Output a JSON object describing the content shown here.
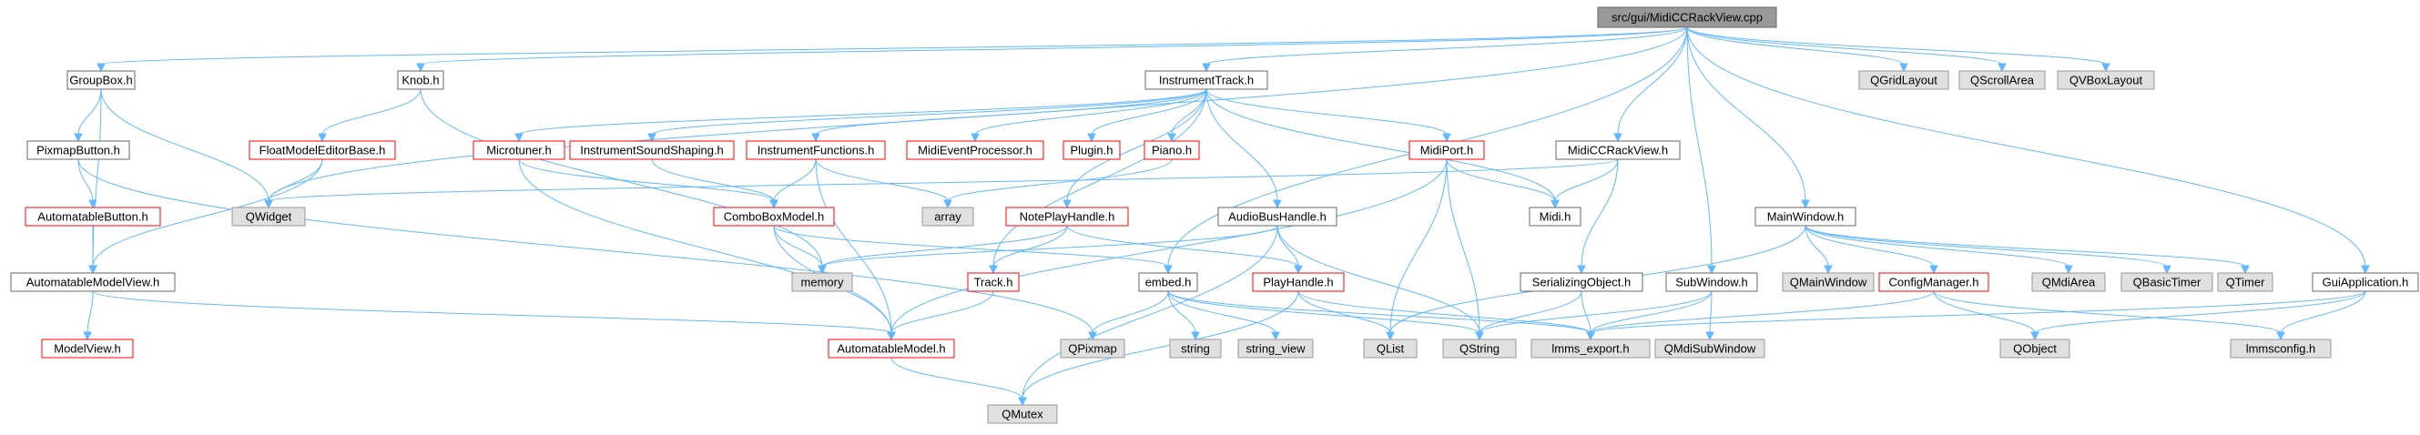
{
  "colors": {
    "edge": "#63b8ff",
    "root_fill": "#999999",
    "normal_fill": "#ffffff",
    "normal_border": "#666666",
    "red_border": "#ff0000",
    "system_fill": "#e0e0e0",
    "system_border": "#999999"
  },
  "nodes": [
    {
      "id": "root",
      "label": "src/gui/MidiCCRackView.cpp",
      "kind": "root"
    },
    {
      "id": "GroupBox",
      "label": "GroupBox.h",
      "kind": "normal"
    },
    {
      "id": "Knob",
      "label": "Knob.h",
      "kind": "normal"
    },
    {
      "id": "InstrumentTrack",
      "label": "InstrumentTrack.h",
      "kind": "normal"
    },
    {
      "id": "PixmapButton",
      "label": "PixmapButton.h",
      "kind": "normal"
    },
    {
      "id": "FloatModelEditorBase",
      "label": "FloatModelEditorBase.h",
      "kind": "red"
    },
    {
      "id": "Microtuner",
      "label": "Microtuner.h",
      "kind": "red"
    },
    {
      "id": "InstrumentSoundShaping",
      "label": "InstrumentSoundShaping.h",
      "kind": "red"
    },
    {
      "id": "InstrumentFunctions",
      "label": "InstrumentFunctions.h",
      "kind": "red"
    },
    {
      "id": "MidiEventProcessor",
      "label": "MidiEventProcessor.h",
      "kind": "red"
    },
    {
      "id": "Plugin",
      "label": "Plugin.h",
      "kind": "red"
    },
    {
      "id": "Piano",
      "label": "Piano.h",
      "kind": "red"
    },
    {
      "id": "MidiPort",
      "label": "MidiPort.h",
      "kind": "red"
    },
    {
      "id": "MidiCCRackViewH",
      "label": "MidiCCRackView.h",
      "kind": "normal"
    },
    {
      "id": "AutomatableButton",
      "label": "AutomatableButton.h",
      "kind": "red"
    },
    {
      "id": "QWidget",
      "label": "QWidget",
      "kind": "system"
    },
    {
      "id": "array",
      "label": "array",
      "kind": "system"
    },
    {
      "id": "NotePlayHandle",
      "label": "NotePlayHandle.h",
      "kind": "red"
    },
    {
      "id": "ComboBoxModel",
      "label": "ComboBoxModel.h",
      "kind": "red"
    },
    {
      "id": "AudioBusHandle",
      "label": "AudioBusHandle.h",
      "kind": "normal"
    },
    {
      "id": "Midi",
      "label": "Midi.h",
      "kind": "normal"
    },
    {
      "id": "AutomatableModelView",
      "label": "AutomatableModelView.h",
      "kind": "normal"
    },
    {
      "id": "memory",
      "label": "memory",
      "kind": "system"
    },
    {
      "id": "Track",
      "label": "Track.h",
      "kind": "red"
    },
    {
      "id": "embed",
      "label": "embed.h",
      "kind": "normal"
    },
    {
      "id": "PlayHandle",
      "label": "PlayHandle.h",
      "kind": "red"
    },
    {
      "id": "SerializingObject",
      "label": "SerializingObject.h",
      "kind": "normal"
    },
    {
      "id": "SubWindow",
      "label": "SubWindow.h",
      "kind": "normal"
    },
    {
      "id": "MainWindow",
      "label": "MainWindow.h",
      "kind": "normal"
    },
    {
      "id": "QMainWindow",
      "label": "QMainWindow",
      "kind": "system"
    },
    {
      "id": "ConfigManager",
      "label": "ConfigManager.h",
      "kind": "red"
    },
    {
      "id": "QMdiArea",
      "label": "QMdiArea",
      "kind": "system"
    },
    {
      "id": "QBasicTimer",
      "label": "QBasicTimer",
      "kind": "system"
    },
    {
      "id": "QTimer",
      "label": "QTimer",
      "kind": "system"
    },
    {
      "id": "GuiApplication",
      "label": "GuiApplication.h",
      "kind": "normal"
    },
    {
      "id": "QGridLayout",
      "label": "QGridLayout",
      "kind": "system"
    },
    {
      "id": "QScrollArea",
      "label": "QScrollArea",
      "kind": "system"
    },
    {
      "id": "QVBoxLayout",
      "label": "QVBoxLayout",
      "kind": "system"
    },
    {
      "id": "ModelView",
      "label": "ModelView.h",
      "kind": "red"
    },
    {
      "id": "AutomatableModel",
      "label": "AutomatableModel.h",
      "kind": "red"
    },
    {
      "id": "QPixmap",
      "label": "QPixmap",
      "kind": "system"
    },
    {
      "id": "string",
      "label": "string",
      "kind": "system"
    },
    {
      "id": "string_view",
      "label": "string_view",
      "kind": "system"
    },
    {
      "id": "QList",
      "label": "QList",
      "kind": "system"
    },
    {
      "id": "QString",
      "label": "QString",
      "kind": "system"
    },
    {
      "id": "lmms_export",
      "label": "lmms_export.h",
      "kind": "system"
    },
    {
      "id": "QMdiSubWindow",
      "label": "QMdiSubWindow",
      "kind": "system"
    },
    {
      "id": "QObject",
      "label": "QObject",
      "kind": "system"
    },
    {
      "id": "lmmsconfig",
      "label": "lmmsconfig.h",
      "kind": "system"
    },
    {
      "id": "QMutex",
      "label": "QMutex",
      "kind": "system"
    }
  ],
  "edges": [
    [
      "root",
      "GroupBox"
    ],
    [
      "root",
      "Knob"
    ],
    [
      "root",
      "InstrumentTrack"
    ],
    [
      "root",
      "QWidget"
    ],
    [
      "root",
      "MidiCCRackViewH"
    ],
    [
      "root",
      "embed"
    ],
    [
      "root",
      "SubWindow"
    ],
    [
      "root",
      "MainWindow"
    ],
    [
      "root",
      "GuiApplication"
    ],
    [
      "root",
      "QGridLayout"
    ],
    [
      "root",
      "QScrollArea"
    ],
    [
      "root",
      "QVBoxLayout"
    ],
    [
      "GroupBox",
      "PixmapButton"
    ],
    [
      "GroupBox",
      "QWidget"
    ],
    [
      "GroupBox",
      "AutomatableModelView"
    ],
    [
      "PixmapButton",
      "AutomatableButton"
    ],
    [
      "PixmapButton",
      "QPixmap"
    ],
    [
      "AutomatableButton",
      "AutomatableModelView"
    ],
    [
      "AutomatableModelView",
      "ModelView"
    ],
    [
      "AutomatableModelView",
      "AutomatableModel"
    ],
    [
      "Knob",
      "FloatModelEditorBase"
    ],
    [
      "Knob",
      "memory"
    ],
    [
      "FloatModelEditorBase",
      "QWidget"
    ],
    [
      "FloatModelEditorBase",
      "AutomatableModelView"
    ],
    [
      "InstrumentTrack",
      "Microtuner"
    ],
    [
      "InstrumentTrack",
      "InstrumentSoundShaping"
    ],
    [
      "InstrumentTrack",
      "InstrumentFunctions"
    ],
    [
      "InstrumentTrack",
      "MidiEventProcessor"
    ],
    [
      "InstrumentTrack",
      "Plugin"
    ],
    [
      "InstrumentTrack",
      "Piano"
    ],
    [
      "InstrumentTrack",
      "MidiPort"
    ],
    [
      "InstrumentTrack",
      "NotePlayHandle"
    ],
    [
      "InstrumentTrack",
      "AudioBusHandle"
    ],
    [
      "InstrumentTrack",
      "Midi"
    ],
    [
      "InstrumentTrack",
      "Track"
    ],
    [
      "Microtuner",
      "ComboBoxModel"
    ],
    [
      "Microtuner",
      "AutomatableModel"
    ],
    [
      "InstrumentSoundShaping",
      "ComboBoxModel"
    ],
    [
      "InstrumentFunctions",
      "ComboBoxModel"
    ],
    [
      "InstrumentFunctions",
      "array"
    ],
    [
      "InstrumentFunctions",
      "AutomatableModel"
    ],
    [
      "Piano",
      "array"
    ],
    [
      "MidiPort",
      "Midi"
    ],
    [
      "MidiPort",
      "QList"
    ],
    [
      "MidiPort",
      "QString"
    ],
    [
      "MidiPort",
      "AutomatableModel"
    ],
    [
      "MidiCCRackViewH",
      "QWidget"
    ],
    [
      "MidiCCRackViewH",
      "Midi"
    ],
    [
      "MidiCCRackViewH",
      "SerializingObject"
    ],
    [
      "NotePlayHandle",
      "memory"
    ],
    [
      "NotePlayHandle",
      "Track"
    ],
    [
      "NotePlayHandle",
      "PlayHandle"
    ],
    [
      "ComboBoxModel",
      "memory"
    ],
    [
      "ComboBoxModel",
      "AutomatableModel"
    ],
    [
      "ComboBoxModel",
      "embed"
    ],
    [
      "AudioBusHandle",
      "memory"
    ],
    [
      "AudioBusHandle",
      "PlayHandle"
    ],
    [
      "AudioBusHandle",
      "QString"
    ],
    [
      "AudioBusHandle",
      "QMutex"
    ],
    [
      "Track",
      "AutomatableModel"
    ],
    [
      "AutomatableModel",
      "QMutex"
    ],
    [
      "embed",
      "QPixmap"
    ],
    [
      "embed",
      "string"
    ],
    [
      "embed",
      "string_view"
    ],
    [
      "embed",
      "QString"
    ],
    [
      "embed",
      "lmms_export"
    ],
    [
      "PlayHandle",
      "QList"
    ],
    [
      "PlayHandle",
      "QMutex"
    ],
    [
      "PlayHandle",
      "lmms_export"
    ],
    [
      "SerializingObject",
      "QString"
    ],
    [
      "SerializingObject",
      "lmms_export"
    ],
    [
      "SubWindow",
      "lmms_export"
    ],
    [
      "SubWindow",
      "QMdiSubWindow"
    ],
    [
      "SubWindow",
      "QString"
    ],
    [
      "MainWindow",
      "QList"
    ],
    [
      "MainWindow",
      "QMainWindow"
    ],
    [
      "MainWindow",
      "ConfigManager"
    ],
    [
      "MainWindow",
      "QMdiArea"
    ],
    [
      "MainWindow",
      "QBasicTimer"
    ],
    [
      "MainWindow",
      "QTimer"
    ],
    [
      "ConfigManager",
      "QObject"
    ],
    [
      "ConfigManager",
      "lmms_export"
    ],
    [
      "ConfigManager",
      "lmmsconfig"
    ],
    [
      "GuiApplication",
      "QObject"
    ],
    [
      "GuiApplication",
      "lmmsconfig"
    ],
    [
      "GuiApplication",
      "lmms_export"
    ]
  ]
}
